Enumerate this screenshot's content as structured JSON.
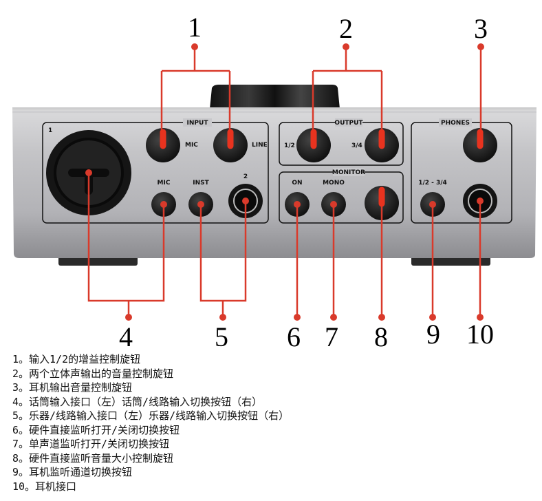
{
  "device": {
    "sections": {
      "input": "INPUT",
      "output": "OUTPUT",
      "monitor": "MONITOR",
      "phones": "PHONES"
    },
    "labels": {
      "input_channel_1": "1",
      "input_channel_2": "2",
      "mic_gain": "MIC",
      "line_gain": "LINE",
      "mic_switch": "MIC",
      "inst_switch": "INST",
      "output_12": "1/2",
      "output_34": "3/4",
      "monitor_on": "ON",
      "monitor_mono": "MONO",
      "phones_select": "1/2 - 3/4"
    }
  },
  "callouts": [
    "1",
    "2",
    "3",
    "4",
    "5",
    "6",
    "7",
    "8",
    "9",
    "10"
  ],
  "legend": [
    "1。输入1/2的增益控制旋钮",
    "2。两个立体声输出的音量控制旋钮",
    "3。耳机输出音量控制旋钮",
    "4。话筒输入接口（左）话筒/线路输入切换按钮（右）",
    "5。乐器/线路输入接口（左）乐器/线路输入切换按钮（右）",
    "6。硬件直接监听打开/关闭切换按钮",
    "7。单声道监听打开/关闭切换按钮",
    "8。硬件直接监听音量大小控制旋钮",
    "9。耳机监听通道切换按钮",
    "10。耳机接口"
  ],
  "colors": {
    "callout_red": "#d93a2b",
    "chassis": "#b9b9bc",
    "knob": "#1a1a1a"
  }
}
